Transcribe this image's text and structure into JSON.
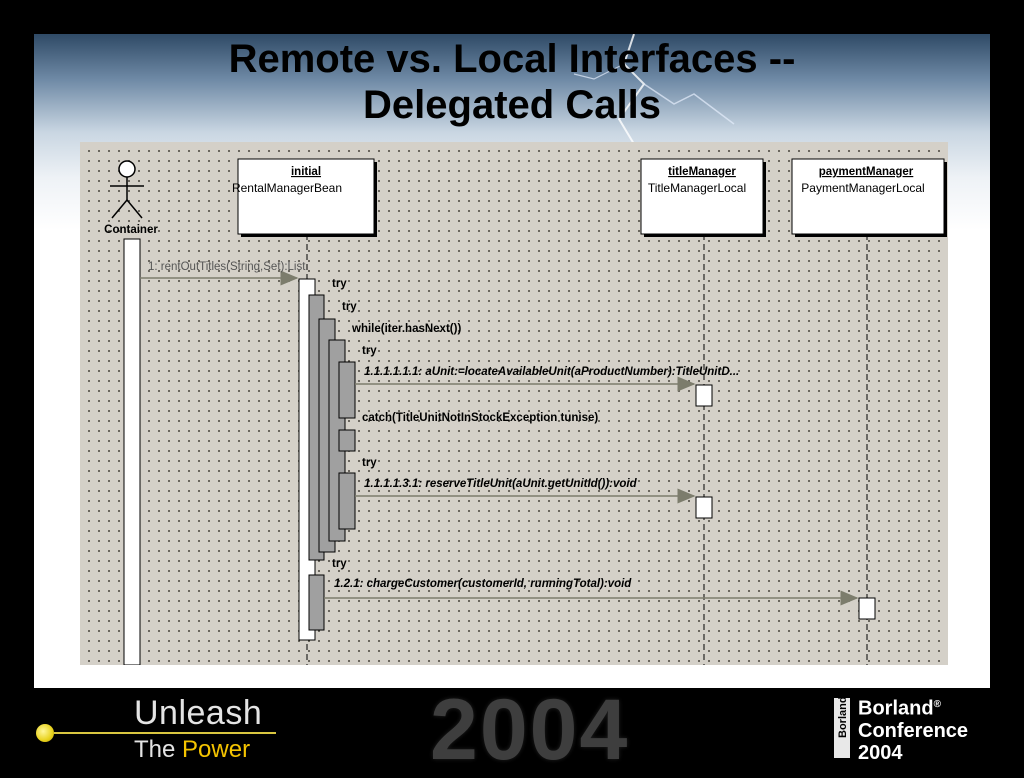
{
  "slide": {
    "title_line1": "Remote vs. Local Interfaces --",
    "title_line2": "Delegated Calls"
  },
  "diagram": {
    "actor": {
      "name": "Container"
    },
    "objects": [
      {
        "name": "initial",
        "type": "RentalManagerBean"
      },
      {
        "name": "titleManager",
        "type": "TitleManagerLocal"
      },
      {
        "name": "paymentManager",
        "type": "PaymentManagerLocal"
      }
    ],
    "messages": [
      {
        "id": "msg-1",
        "label": "1: rentOutTitles(String,Set):List"
      },
      {
        "id": "msg-1-1-1-1-1-1",
        "label": "1.1.1.1.1.1: aUnit:=locateAvailableUnit(aProductNumber):TitleUnitD..."
      },
      {
        "id": "msg-1-1-1-1-3-1",
        "label": "1.1.1.1.3.1: reserveTitleUnit(aUnit.getUnitId()):void"
      },
      {
        "id": "msg-1-2-1",
        "label": "1.2.1: chargeCustomer(customerId, runningTotal):void"
      }
    ],
    "fragments": {
      "try_1": "try",
      "try_2": "try",
      "while": "while(iter.hasNext())",
      "try_3": "try",
      "catch": "catch(TitleUnitNotInStockException tunise)",
      "try_4": "try",
      "try_5": "try"
    }
  },
  "footer": {
    "unleash": "Unleash",
    "the": "The",
    "power": "Power",
    "year": "2004",
    "borland_mark": "Borland",
    "borland": "Borland",
    "registered": "®",
    "conference": "Conference",
    "conf_year": "2004"
  },
  "colors": {
    "power_accent": "#f5c400",
    "diagram_bg": "#d4d0c8",
    "activation_gray": "#a0a0a0"
  }
}
